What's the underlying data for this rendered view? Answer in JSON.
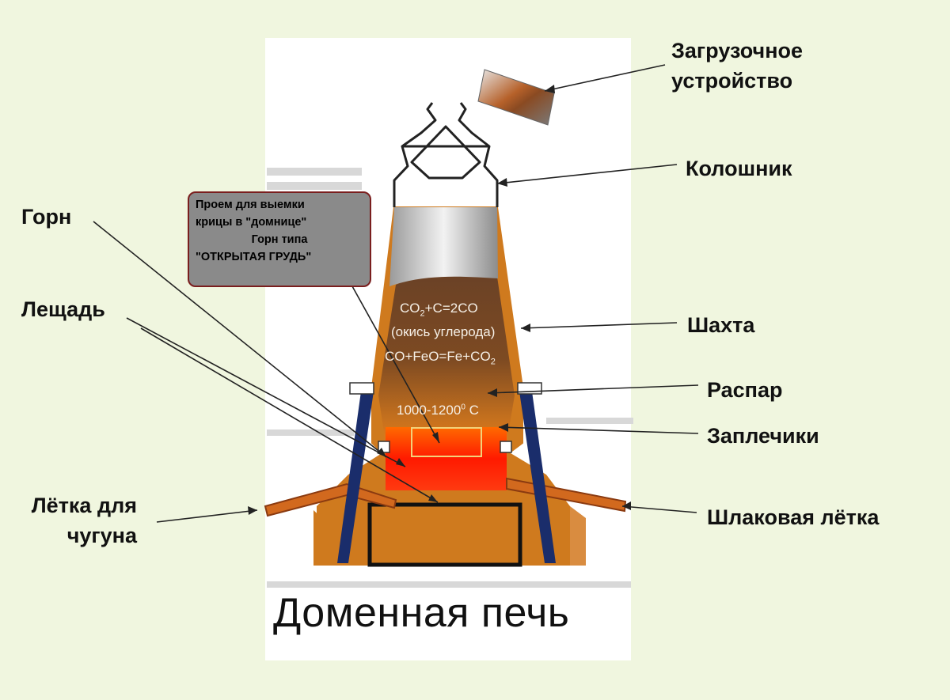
{
  "title": "Доменная печь",
  "callout": {
    "line1": "Проем для выемки",
    "line2": "крицы в \"домнице\"",
    "line3": "Горн типа",
    "line4": "\"ОТКРЫТАЯ ГРУДЬ\""
  },
  "reactions": {
    "r1_prefix": "CO",
    "r1_sub": "2",
    "r1_suffix": "+C=2CO",
    "r2": "(окись углерода)",
    "r3_prefix": "CO+FeO=Fe+CO",
    "r3_sub": "2",
    "temp_prefix": "1000-1200",
    "temp_sup": "0",
    "temp_suffix": " C"
  },
  "labels": {
    "loader_1": "Загрузочное",
    "loader_2": "устройство",
    "throat": "Колошник",
    "hearth": "Горн",
    "shaft": "Шахта",
    "bottom": "Лещадь",
    "belly": "Распар",
    "bosh": "Заплечики",
    "iron_notch_1": "Лётка для",
    "iron_notch_2": "чугуна",
    "slag_notch": "Шлаковая лётка"
  },
  "colors": {
    "background": "#f0f6df",
    "panel": "#ffffff",
    "furnace_body": "#cf7a1e",
    "molten_zone": "#ff2a00",
    "columns": "#1a2d6b",
    "callout_fill": "#8a8a8a"
  }
}
